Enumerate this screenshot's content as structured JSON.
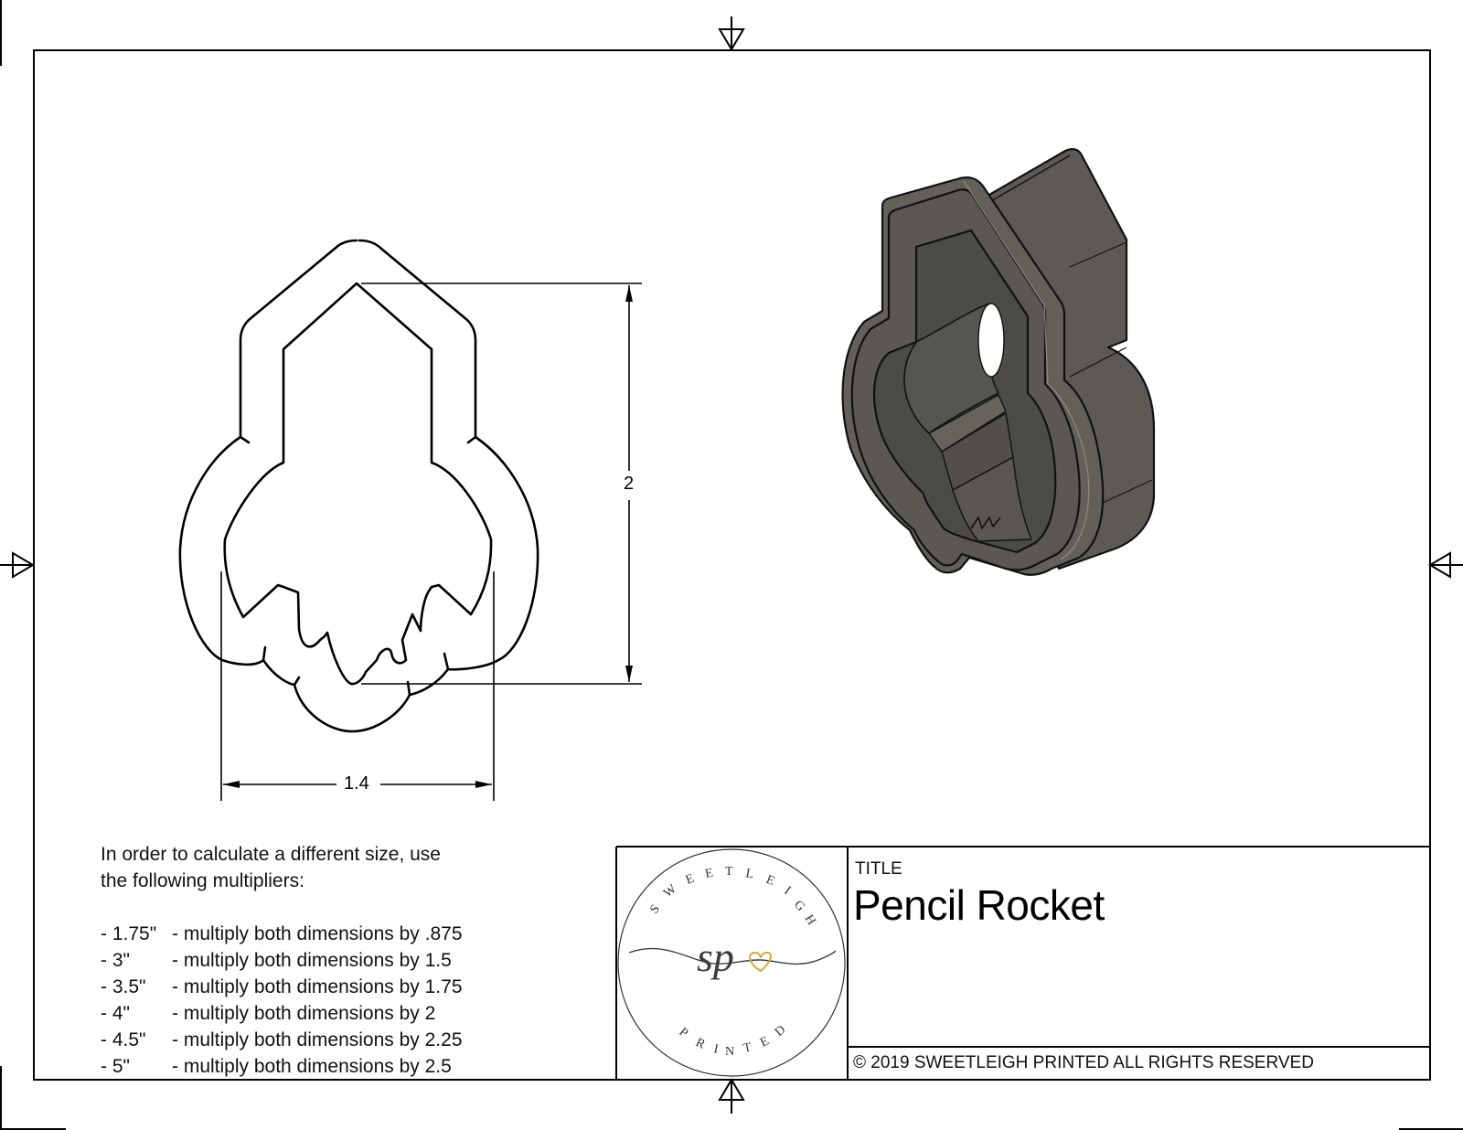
{
  "drawing": {
    "title_label": "TITLE",
    "title": "Pencil Rocket",
    "copyright": "© 2019  SWEETLEIGH PRINTED  ALL RIGHTS RESERVED",
    "dimensions": {
      "height": "2",
      "width": "1.4"
    },
    "views": [
      {
        "name": "front-outline-view",
        "type": "2d-outline"
      },
      {
        "name": "isometric-3d-view",
        "type": "3d-render",
        "color": "#5e5b56"
      }
    ]
  },
  "logo": {
    "top_text": "SWEETLEIGH",
    "bottom_text": "PRINTED",
    "monogram": "sp",
    "heart_color": "#d4a93a",
    "ink_color": "#3a3d42"
  },
  "multipliers": {
    "intro_line1": "In order to calculate a different size, use",
    "intro_line2": "the following multipliers:",
    "rows": [
      {
        "size": "- 1.75\"",
        "text": "- multiply both dimensions by .875"
      },
      {
        "size": "- 3\"",
        "text": "- multiply both dimensions by 1.5"
      },
      {
        "size": "- 3.5\"",
        "text": "- multiply both dimensions by 1.75"
      },
      {
        "size": "- 4\"",
        "text": "- multiply both dimensions by 2"
      },
      {
        "size": "- 4.5\"",
        "text": "- multiply both dimensions by 2.25"
      },
      {
        "size": "- 5\"",
        "text": "- multiply both dimensions by 2.5"
      }
    ]
  }
}
